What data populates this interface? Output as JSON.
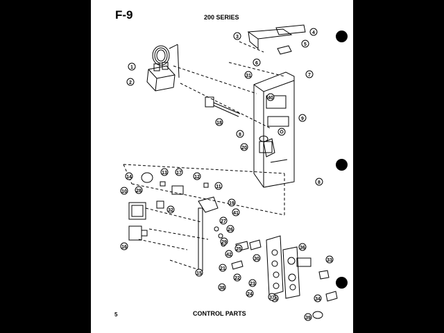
{
  "figure": {
    "id": "F-9",
    "series": "200 SERIES",
    "page_number": "5",
    "caption": "CONTROL PARTS"
  },
  "callouts": [
    "1",
    "2",
    "3",
    "4",
    "5",
    "6",
    "7",
    "8",
    "8",
    "9",
    "10",
    "11",
    "12",
    "13",
    "14",
    "15",
    "16",
    "17",
    "18",
    "19",
    "20",
    "21",
    "22",
    "23",
    "24",
    "25",
    "26",
    "27",
    "28",
    "29",
    "30",
    "31",
    "32",
    "33",
    "34",
    "35",
    "36",
    "37",
    "38",
    "39",
    "40",
    "41",
    "42"
  ]
}
